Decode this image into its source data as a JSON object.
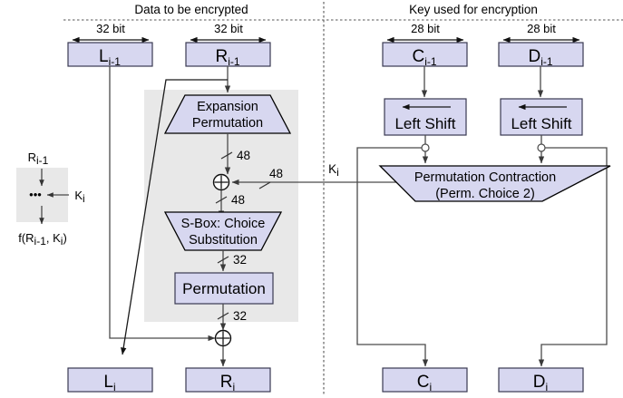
{
  "headers": {
    "left": "Data to be encrypted",
    "right": "Key used for encryption"
  },
  "dimensions": {
    "l_prev": "32 bit",
    "r_prev": "32 bit",
    "c_prev": "28 bit",
    "d_prev": "28 bit"
  },
  "registers": {
    "l_prev": {
      "base": "L",
      "sub": "i-1"
    },
    "r_prev": {
      "base": "R",
      "sub": "i-1"
    },
    "c_prev": {
      "base": "C",
      "sub": "i-1"
    },
    "d_prev": {
      "base": "D",
      "sub": "i-1"
    },
    "l_next": {
      "base": "L",
      "sub": "i"
    },
    "r_next": {
      "base": "R",
      "sub": "i"
    },
    "c_next": {
      "base": "C",
      "sub": "i"
    },
    "d_next": {
      "base": "D",
      "sub": "i"
    }
  },
  "blocks": {
    "expansion": {
      "line1": "Expansion",
      "line2": "Permutation"
    },
    "sbox": {
      "line1": "S-Box: Choice",
      "line2": "Substitution"
    },
    "permutation": {
      "label": "Permutation"
    },
    "left_shift_c": {
      "label": "Left Shift"
    },
    "left_shift_d": {
      "label": "Left Shift"
    },
    "perm_contraction": {
      "line1": "Permutation Contraction",
      "line2": "(Perm. Choice 2)"
    }
  },
  "bit_labels": {
    "expansion_out": "48",
    "key_in": "48",
    "xor_out": "48",
    "sbox_out": "32",
    "perm_out": "32"
  },
  "key_label": {
    "base": "K",
    "sub": "i"
  },
  "legend": {
    "input": {
      "base": "R",
      "sub": "i-1"
    },
    "key": {
      "base": "K",
      "sub": "i"
    },
    "dots": "•••",
    "output_prefix": "f(R",
    "output_sub1": "i-1",
    "output_mid": ", K",
    "output_sub2": "i",
    "output_suffix": ")"
  },
  "colors": {
    "box_fill": "#d7d7f0",
    "box_stroke": "#3a3a52",
    "gray_zone": "#e8e8e8",
    "wire": "#4a4a4a",
    "background": "#ffffff"
  }
}
